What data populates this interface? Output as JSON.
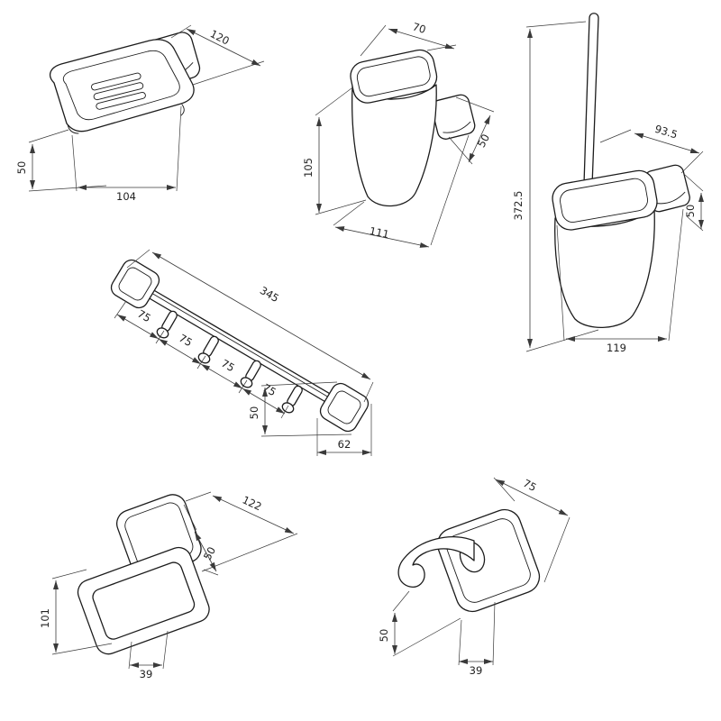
{
  "colors": {
    "background": "#ffffff",
    "line": "#1c1c1c",
    "dimension": "#3a3a3a"
  },
  "fixtures": {
    "soap_dish": {
      "width_mm": "120",
      "height_mm": "50",
      "depth_mm": "104"
    },
    "tumbler": {
      "width_mm": "70",
      "bracket_mm": "50",
      "height_mm": "105",
      "depth_mm": "111"
    },
    "toilet_brush": {
      "reach_mm": "93.5",
      "height_mm": "372.5",
      "bracket_mm": "50",
      "depth_mm": "119"
    },
    "hook_rail": {
      "length_mm": "345",
      "spacing_mm": [
        "75",
        "75",
        "75",
        "75"
      ],
      "plate_height_mm": "50",
      "plate_width_mm": "62"
    },
    "paper_holder": {
      "width_mm": "122",
      "plate_mm": "50",
      "height_mm": "101",
      "depth_mm": "39"
    },
    "robe_hook": {
      "width_mm": "75",
      "height_mm": "50",
      "depth_mm": "39"
    }
  }
}
